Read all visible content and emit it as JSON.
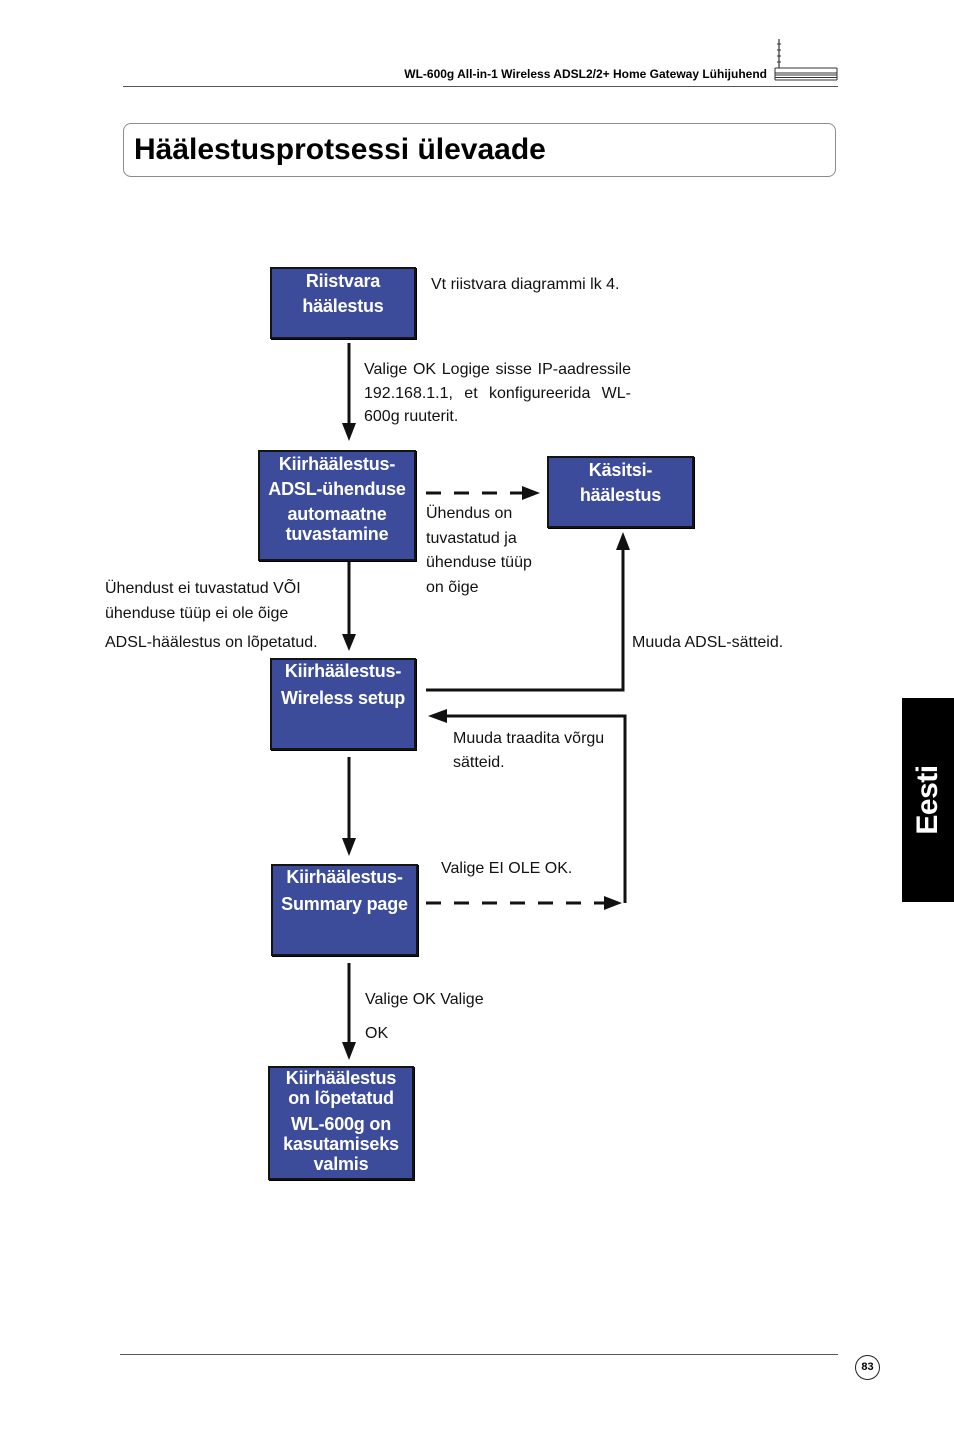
{
  "header": {
    "title": "WL-600g All-in-1 Wireless ADSL2/2+ Home Gateway Lühijuhend",
    "icon": "router-icon"
  },
  "page_title": "Häälestusprotsessi ülevaade",
  "side_tab": {
    "label": "Eesti"
  },
  "footer": {
    "page_number": "83"
  },
  "flowchart": {
    "steps": {
      "hardware_setup": {
        "lines": [
          "Riistvara",
          "häälestus"
        ]
      },
      "quick_setup_adsl_detection": {
        "groups": [
          [
            "Kiirhäälestus-",
            "ADSL-ühenduse"
          ],
          [
            "automaatne",
            "tuvastamine"
          ]
        ]
      },
      "manual_setup": {
        "lines": [
          "Käsitsi-",
          "häälestus"
        ]
      },
      "quick_setup_wireless": {
        "lines": [
          "Kiirhäälestus-",
          "Wireless setup"
        ]
      },
      "quick_setup_summary": {
        "lines": [
          "Kiirhäälestus-",
          "Summary page"
        ]
      },
      "setup_complete": {
        "groups": [
          [
            "Kiirhäälestus",
            "on lõpetatud"
          ],
          [
            "WL-600g on",
            "kasutamiseks",
            "valmis"
          ]
        ]
      }
    },
    "notes": {
      "hardware_reference": [
        "Vt riistvara diagrammi lk 4."
      ],
      "login": [
        "Valige OK Logige sisse IP-aadressile",
        "192.168.1.1, et konfigureerida WL-",
        "600g ruuterit."
      ],
      "connection_detected": [
        "Ühendus on",
        "tuvastatud ja",
        "ühenduse tüüp",
        "on õige"
      ],
      "connection_not_detected": [
        "Ühendust ei tuvastatud VÕI",
        "ühenduse tüüp ei ole õige"
      ],
      "adsl_done": [
        "ADSL-häälestus on lõpetatud."
      ],
      "change_adsl": [
        "Muuda ADSL-sätteid."
      ],
      "change_wireless": [
        "Muuda traadita võrgu",
        "sätteid."
      ],
      "not_ok": [
        "Valige EI OLE OK."
      ],
      "ok": [
        "Valige OK Valige",
        "OK"
      ]
    }
  },
  "colors": {
    "step_fill": "#3c4c9b",
    "step_text": "#ffffff",
    "tab_background": "#000000",
    "tab_text": "#ffffff"
  }
}
